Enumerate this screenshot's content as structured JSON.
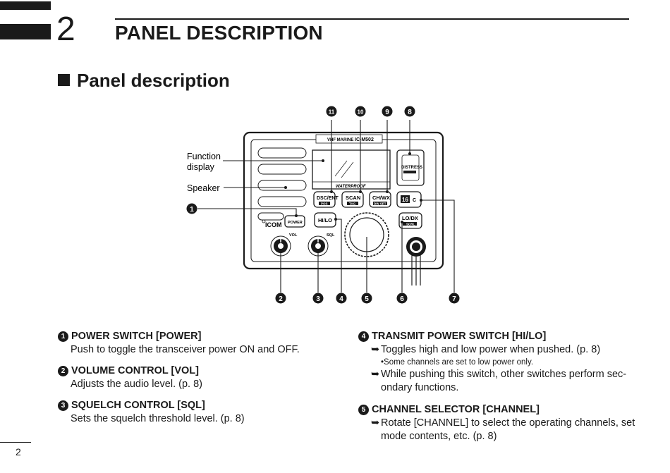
{
  "chapter": {
    "number": "2",
    "title": "PANEL DESCRIPTION"
  },
  "section": {
    "title": "Panel description"
  },
  "diagram": {
    "callouts": {
      "function_display_1": "Function",
      "function_display_2": "display",
      "speaker": "Speaker"
    },
    "markers": [
      "1",
      "2",
      "3",
      "4",
      "5",
      "6",
      "7",
      "8",
      "9",
      "10",
      "11"
    ],
    "panel_labels": {
      "top_left": "VHF MARINE",
      "model": "IC-M502",
      "waterproof": "WATERPROOF",
      "dsc": "DSC/ENT",
      "dsc_sub": "POS",
      "scan": "SCAN",
      "scan_sub": "TAG",
      "chwx": "CH/WX",
      "chwx_sub": "DW SET",
      "ch16": "16",
      "ch16_sub": "C",
      "distress": "DISTRESS",
      "power": "POWER",
      "hilo": "HI/LO",
      "lodx": "LO/DX",
      "lodx_sub": "SCRL",
      "icom": "ICOM",
      "vol": "VOL",
      "sql": "SQL"
    }
  },
  "left_column": [
    {
      "num": "1",
      "heading": "POWER SWITCH [POWER]",
      "text": "Push to toggle the transceiver power ON and OFF."
    },
    {
      "num": "2",
      "heading": "VOLUME CONTROL [VOL]",
      "text": "Adjusts the audio level. (p. 8)"
    },
    {
      "num": "3",
      "heading": "SQUELCH CONTROL [SQL]",
      "text": "Sets the squelch threshold level. (p. 8)"
    }
  ],
  "right_column": {
    "item4": {
      "num": "4",
      "heading": "TRANSMIT POWER SWITCH [HI/LO]",
      "bullet1": "Toggles high and low power when pushed. (p. 8)",
      "note": "•Some channels are set to low power only.",
      "bullet2_line1": "While pushing this switch, other switches perform sec-",
      "bullet2_line2": "ondary functions."
    },
    "item5": {
      "num": "5",
      "heading": "CHANNEL SELECTOR [CHANNEL]",
      "bullet1_line1": "Rotate [CHANNEL] to select the operating channels, set",
      "bullet1_line2": "mode contents, etc. (p. 8)"
    },
    "arrow_glyph": "➥"
  },
  "page_number": "2"
}
